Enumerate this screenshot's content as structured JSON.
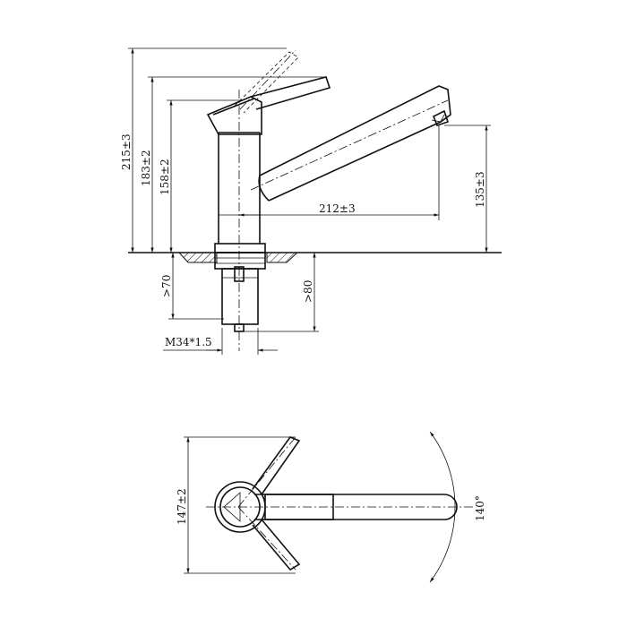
{
  "dimensions": {
    "overall_height": "215±3",
    "handle_height": "183±2",
    "body_height": "158±2",
    "spout_reach": "212±3",
    "spout_outlet_height": "135±3",
    "shank_length_left": ">70",
    "shank_length_right": ">80",
    "thread": "M34*1.5",
    "top_view_width": "147±2",
    "swivel_angle": "140°"
  }
}
